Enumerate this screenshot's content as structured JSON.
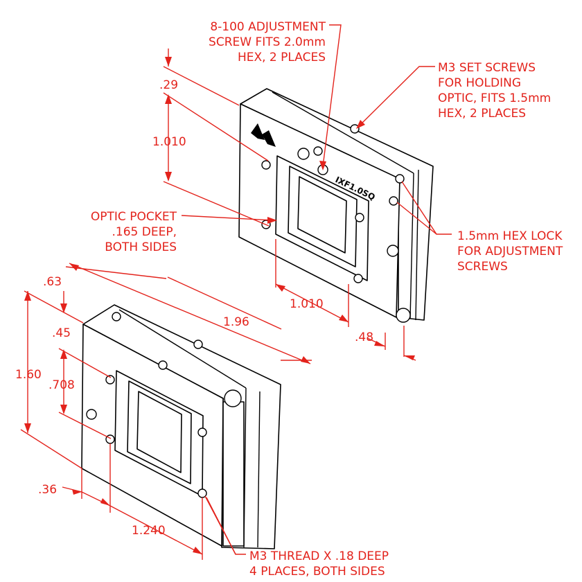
{
  "drawing": {
    "accent_color": "#e3231c",
    "engraving": "IXF1.0SQ",
    "callouts": {
      "adjustment_screw": [
        "8-100 ADJUSTMENT",
        "SCREW FITS 2.0mm",
        "HEX, 2 PLACES"
      ],
      "set_screws": [
        "M3 SET SCREWS",
        "FOR HOLDING",
        "OPTIC, FITS 1.5mm",
        "HEX, 2 PLACES"
      ],
      "optic_pocket": [
        "OPTIC POCKET",
        ".165 DEEP,",
        "BOTH SIDES"
      ],
      "hex_lock": [
        "1.5mm HEX LOCK",
        "FOR ADJUSTMENT",
        "SCREWS"
      ],
      "m3_thread": [
        "M3 THREAD X .18 DEEP",
        "4 PLACES, BOTH SIDES"
      ]
    },
    "dimensions": {
      "top_offset": ".29",
      "top_hole_spacing_vertical": "1.010",
      "top_hole_spacing_horizontal": "1.010",
      "thickness": ".48",
      "depth": ".63",
      "width": "1.96",
      "hole_offset_top": ".45",
      "height": "1.60",
      "hole_spacing_vertical": ".708",
      "hole_offset_left": ".36",
      "hole_spacing_horizontal": "1.240"
    }
  }
}
